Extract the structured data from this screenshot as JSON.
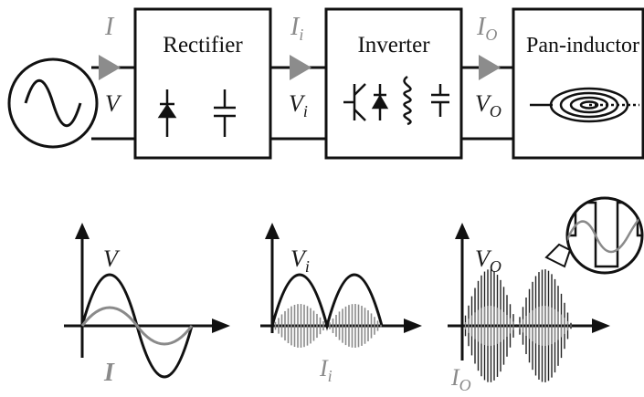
{
  "blocks": {
    "rectifier": "Rectifier",
    "inverter": "Inverter",
    "pan_inductor": "Pan-inductor"
  },
  "signals": {
    "source_current": "I",
    "source_voltage": "V",
    "rect_current": "I",
    "rect_current_sub": "i",
    "rect_voltage": "V",
    "rect_voltage_sub": "i",
    "out_current": "I",
    "out_current_sub": "O",
    "out_voltage": "V",
    "out_voltage_sub": "O"
  },
  "plots": {
    "plot1": {
      "voltage": "V",
      "current": "I"
    },
    "plot2": {
      "voltage": "V",
      "voltage_sub": "i",
      "current": "I",
      "current_sub": "i"
    },
    "plot3": {
      "voltage": "V",
      "voltage_sub": "O",
      "current": "I",
      "current_sub": "O"
    }
  },
  "colors": {
    "line": "#111111",
    "gray": "#8a8a8a",
    "arrow": "#8c8c8c"
  }
}
